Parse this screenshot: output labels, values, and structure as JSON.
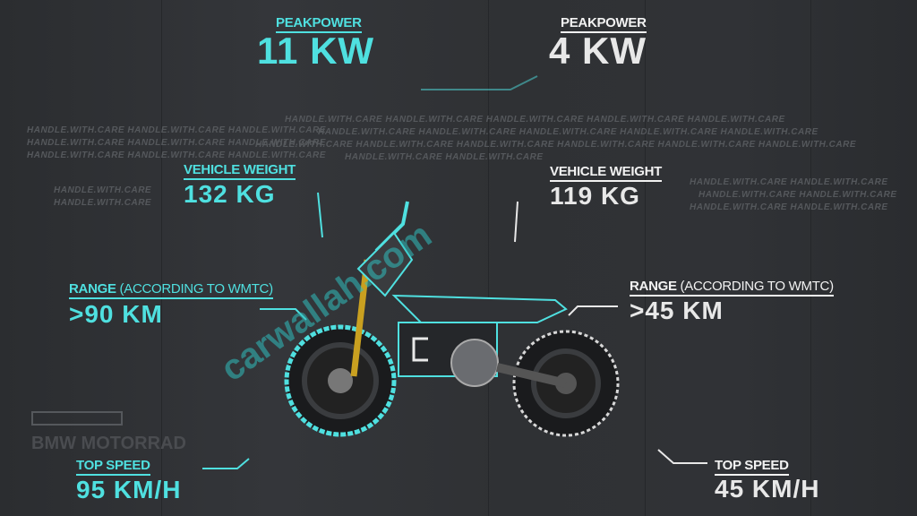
{
  "left": {
    "peak_power": {
      "label": "PEAKPOWER",
      "value": "11 KW"
    },
    "vehicle_weight": {
      "label": "VEHICLE WEIGHT",
      "value": "132 KG"
    },
    "range": {
      "label": "RANGE",
      "qualifier": "(ACCORDING TO WMTC)",
      "value": ">90 KM"
    },
    "top_speed": {
      "label": "TOP SPEED",
      "value": "95 KM/H"
    }
  },
  "right": {
    "peak_power": {
      "label": "PEAKPOWER",
      "value": "4 KW"
    },
    "vehicle_weight": {
      "label": "VEHICLE WEIGHT",
      "value": "119 KG"
    },
    "range": {
      "label": "RANGE",
      "qualifier": "(ACCORDING TO WMTC)",
      "value": ">45 KM"
    },
    "top_speed": {
      "label": "TOP SPEED",
      "value": "45 KM/H"
    }
  },
  "background_text": "HANDLE.WITH.CARE",
  "brand": "BMW MOTORRAD",
  "watermark": "carwallah.com",
  "colors": {
    "accent": "#4fe0e0",
    "secondary": "#f2f2f2",
    "background": "#2e3033"
  }
}
